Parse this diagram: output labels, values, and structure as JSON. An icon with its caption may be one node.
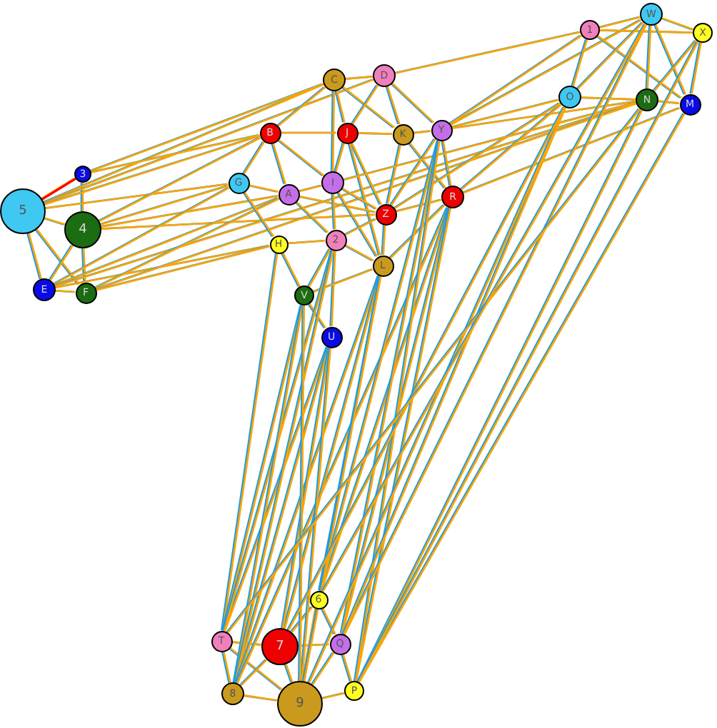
{
  "diagram": {
    "nodes": [
      {
        "text": [
          "5"
        ]
      },
      {
        "text": [
          "3"
        ]
      },
      {
        "text": [
          "4"
        ]
      },
      {
        "text": [
          "E"
        ]
      },
      {
        "text": [
          "F"
        ]
      },
      {
        "text": [
          "C"
        ]
      },
      {
        "text": [
          "D"
        ]
      },
      {
        "text": [
          "B"
        ]
      },
      {
        "text": [
          "J"
        ]
      },
      {
        "text": [
          "K"
        ]
      },
      {
        "text": [
          "Y"
        ]
      },
      {
        "text": [
          "G"
        ]
      },
      {
        "text": [
          "A"
        ]
      },
      {
        "text": [
          "I"
        ]
      },
      {
        "text": [
          "R"
        ]
      },
      {
        "text": [
          "Z"
        ]
      },
      {
        "text": [
          "H"
        ]
      },
      {
        "text": [
          "2"
        ]
      },
      {
        "text": [
          "L"
        ]
      },
      {
        "text": [
          "V"
        ]
      },
      {
        "text": [
          "U"
        ]
      },
      {
        "text": [
          "1"
        ]
      },
      {
        "text": [
          "W"
        ]
      },
      {
        "text": [
          "X"
        ]
      },
      {
        "text": [
          "O"
        ]
      },
      {
        "text": [
          "N"
        ]
      },
      {
        "text": [
          "M"
        ]
      },
      {
        "text": [
          "6"
        ]
      },
      {
        "text": [
          "T"
        ]
      },
      {
        "text": [
          "7"
        ]
      },
      {
        "text": [
          "Q"
        ]
      },
      {
        "text": [
          "8"
        ]
      },
      {
        "text": [
          "9"
        ]
      },
      {
        "text": [
          "P"
        ]
      }
    ],
    "edges": [
      {
        "from": 0,
        "to": 1,
        "arrow": "none",
        "color": "#ff0000"
      },
      {
        "from": 0,
        "to": 2,
        "arrow": "none"
      },
      {
        "from": 0,
        "to": 3,
        "arrow": "none"
      },
      {
        "from": 0,
        "to": 4,
        "arrow": "none"
      },
      {
        "from": 1,
        "to": 2,
        "arrow": "none"
      },
      {
        "from": 2,
        "to": 3,
        "arrow": "none"
      },
      {
        "from": 2,
        "to": 4,
        "arrow": "none"
      },
      {
        "from": 3,
        "to": 4,
        "arrow": "none"
      },
      {
        "from": 0,
        "to": 5,
        "arrow": "none"
      },
      {
        "from": 0,
        "to": 6,
        "arrow": "none"
      },
      {
        "from": 0,
        "to": 7,
        "arrow": "none"
      },
      {
        "from": 0,
        "to": 11,
        "arrow": "none"
      },
      {
        "from": 1,
        "to": 5,
        "arrow": "none"
      },
      {
        "from": 1,
        "to": 7,
        "arrow": "none"
      },
      {
        "from": 2,
        "to": 11,
        "arrow": "none"
      },
      {
        "from": 2,
        "to": 12,
        "arrow": "none"
      },
      {
        "from": 2,
        "to": 15,
        "arrow": "none"
      },
      {
        "from": 2,
        "to": 7,
        "arrow": "none"
      },
      {
        "from": 3,
        "to": 11,
        "arrow": "none"
      },
      {
        "from": 3,
        "to": 12,
        "arrow": "none"
      },
      {
        "from": 3,
        "to": 16,
        "arrow": "none"
      },
      {
        "from": 3,
        "to": 25,
        "arrow": "none"
      },
      {
        "from": 4,
        "to": 12,
        "arrow": "none"
      },
      {
        "from": 4,
        "to": 25,
        "arrow": "none"
      },
      {
        "from": 4,
        "to": 16,
        "arrow": "none"
      },
      {
        "from": 5,
        "to": 6,
        "arrow": "none"
      },
      {
        "from": 5,
        "to": 7,
        "arrow": "none"
      },
      {
        "from": 5,
        "to": 8,
        "arrow": "none"
      },
      {
        "from": 5,
        "to": 9,
        "arrow": "none"
      },
      {
        "from": 5,
        "to": 13,
        "arrow": "none"
      },
      {
        "from": 6,
        "to": 9,
        "arrow": "none"
      },
      {
        "from": 6,
        "to": 8,
        "arrow": "none"
      },
      {
        "from": 6,
        "to": 10,
        "arrow": "none"
      },
      {
        "from": 7,
        "to": 8,
        "arrow": "none"
      },
      {
        "from": 7,
        "to": 11,
        "arrow": "none"
      },
      {
        "from": 7,
        "to": 12,
        "arrow": "none"
      },
      {
        "from": 7,
        "to": 13,
        "arrow": "none"
      },
      {
        "from": 8,
        "to": 9,
        "arrow": "none"
      },
      {
        "from": 8,
        "to": 13,
        "arrow": "none"
      },
      {
        "from": 8,
        "to": 15,
        "arrow": "none"
      },
      {
        "from": 8,
        "to": 18,
        "arrow": "none"
      },
      {
        "from": 9,
        "to": 10,
        "arrow": "none"
      },
      {
        "from": 9,
        "to": 15,
        "arrow": "none"
      },
      {
        "from": 9,
        "to": 14,
        "arrow": "none"
      },
      {
        "from": 10,
        "to": 14,
        "arrow": "none"
      },
      {
        "from": 10,
        "to": 15,
        "arrow": "none"
      },
      {
        "from": 10,
        "to": 24,
        "arrow": "none"
      },
      {
        "from": 11,
        "to": 12,
        "arrow": "none"
      },
      {
        "from": 11,
        "to": 16,
        "arrow": "none"
      },
      {
        "from": 12,
        "to": 13,
        "arrow": "none"
      },
      {
        "from": 12,
        "to": 17,
        "arrow": "none"
      },
      {
        "from": 12,
        "to": 15,
        "arrow": "none"
      },
      {
        "from": 13,
        "to": 17,
        "arrow": "none"
      },
      {
        "from": 13,
        "to": 15,
        "arrow": "none"
      },
      {
        "from": 13,
        "to": 18,
        "arrow": "none"
      },
      {
        "from": 16,
        "to": 17,
        "arrow": "none"
      },
      {
        "from": 16,
        "to": 19,
        "arrow": "none"
      },
      {
        "from": 17,
        "to": 19,
        "arrow": "none"
      },
      {
        "from": 17,
        "to": 18,
        "arrow": "none"
      },
      {
        "from": 17,
        "to": 20,
        "arrow": "none"
      },
      {
        "from": 17,
        "to": 15,
        "arrow": "none"
      },
      {
        "from": 18,
        "to": 19,
        "arrow": "none"
      },
      {
        "from": 18,
        "to": 15,
        "arrow": "none"
      },
      {
        "from": 19,
        "to": 20,
        "arrow": "none"
      },
      {
        "from": 15,
        "to": 14,
        "arrow": "none"
      },
      {
        "from": 14,
        "to": 18,
        "arrow": "none"
      },
      {
        "from": 6,
        "to": 21,
        "arrow": "none"
      },
      {
        "from": 10,
        "to": 22,
        "arrow": "none"
      },
      {
        "from": 10,
        "to": 21,
        "arrow": "none"
      },
      {
        "from": 10,
        "to": 25,
        "arrow": "none"
      },
      {
        "from": 14,
        "to": 24,
        "arrow": "none"
      },
      {
        "from": 14,
        "to": 26,
        "arrow": "none"
      },
      {
        "from": 15,
        "to": 24,
        "arrow": "none"
      },
      {
        "from": 13,
        "to": 25,
        "arrow": "none"
      },
      {
        "from": 21,
        "to": 22,
        "arrow": "none"
      },
      {
        "from": 21,
        "to": 23,
        "arrow": "none"
      },
      {
        "from": 21,
        "to": 24,
        "arrow": "none"
      },
      {
        "from": 21,
        "to": 26,
        "arrow": "none"
      },
      {
        "from": 22,
        "to": 23,
        "arrow": "none"
      },
      {
        "from": 22,
        "to": 24,
        "arrow": "none"
      },
      {
        "from": 22,
        "to": 25,
        "arrow": "none"
      },
      {
        "from": 22,
        "to": 26,
        "arrow": "none"
      },
      {
        "from": 23,
        "to": 25,
        "arrow": "none"
      },
      {
        "from": 23,
        "to": 26,
        "arrow": "none"
      },
      {
        "from": 24,
        "to": 25,
        "arrow": "none"
      },
      {
        "from": 25,
        "to": 26,
        "arrow": "none"
      },
      {
        "from": 27,
        "to": 32,
        "arrow": "none",
        "color": "#ff0000"
      },
      {
        "from": 28,
        "to": 29,
        "arrow": "none"
      },
      {
        "from": 28,
        "to": 31,
        "arrow": "none"
      },
      {
        "from": 28,
        "to": 32,
        "arrow": "none"
      },
      {
        "from": 29,
        "to": 31,
        "arrow": "none"
      },
      {
        "from": 29,
        "to": 32,
        "arrow": "none"
      },
      {
        "from": 29,
        "to": 30,
        "arrow": "none"
      },
      {
        "from": 29,
        "to": 27,
        "arrow": "none"
      },
      {
        "from": 30,
        "to": 32,
        "arrow": "none"
      },
      {
        "from": 30,
        "to": 33,
        "arrow": "none"
      },
      {
        "from": 33,
        "to": 32,
        "arrow": "none"
      },
      {
        "from": 31,
        "to": 32,
        "arrow": "none"
      },
      {
        "from": 27,
        "to": 30,
        "arrow": "none"
      },
      {
        "from": 28,
        "to": 16,
        "arrow": "none"
      },
      {
        "from": 28,
        "to": 19,
        "arrow": "none"
      },
      {
        "from": 28,
        "to": 20,
        "arrow": "none"
      },
      {
        "from": 28,
        "to": 17,
        "arrow": "none"
      },
      {
        "from": 31,
        "to": 19,
        "arrow": "none"
      },
      {
        "from": 31,
        "to": 20,
        "arrow": "none"
      },
      {
        "from": 31,
        "to": 17,
        "arrow": "none"
      },
      {
        "from": 31,
        "to": 18,
        "arrow": "none"
      },
      {
        "from": 31,
        "to": 14,
        "arrow": "none"
      },
      {
        "from": 29,
        "to": 18,
        "arrow": "none"
      },
      {
        "from": 29,
        "to": 20,
        "arrow": "none"
      },
      {
        "from": 27,
        "to": 18,
        "arrow": "none"
      },
      {
        "from": 27,
        "to": 14,
        "arrow": "none"
      },
      {
        "from": 27,
        "to": 10,
        "arrow": "none"
      },
      {
        "from": 30,
        "to": 14,
        "arrow": "none"
      },
      {
        "from": 30,
        "to": 10,
        "arrow": "none"
      },
      {
        "from": 32,
        "to": 20,
        "arrow": "none"
      },
      {
        "from": 32,
        "to": 19,
        "arrow": "none"
      },
      {
        "from": 32,
        "to": 18,
        "arrow": "none"
      },
      {
        "from": 33,
        "to": 14,
        "arrow": "none"
      },
      {
        "from": 33,
        "to": 10,
        "arrow": "none"
      },
      {
        "from": 30,
        "to": 22,
        "arrow": "none"
      },
      {
        "from": 30,
        "to": 24,
        "arrow": "none"
      },
      {
        "from": 32,
        "to": 24,
        "arrow": "none"
      },
      {
        "from": 33,
        "to": 25,
        "arrow": "none"
      },
      {
        "from": 33,
        "to": 26,
        "arrow": "none"
      },
      {
        "from": 33,
        "to": 23,
        "arrow": "none"
      },
      {
        "from": 29,
        "to": 24,
        "arrow": "none"
      },
      {
        "from": 28,
        "to": 25,
        "arrow": "none"
      },
      {
        "from": 27,
        "to": 22,
        "arrow": "none"
      }
    ]
  }
}
